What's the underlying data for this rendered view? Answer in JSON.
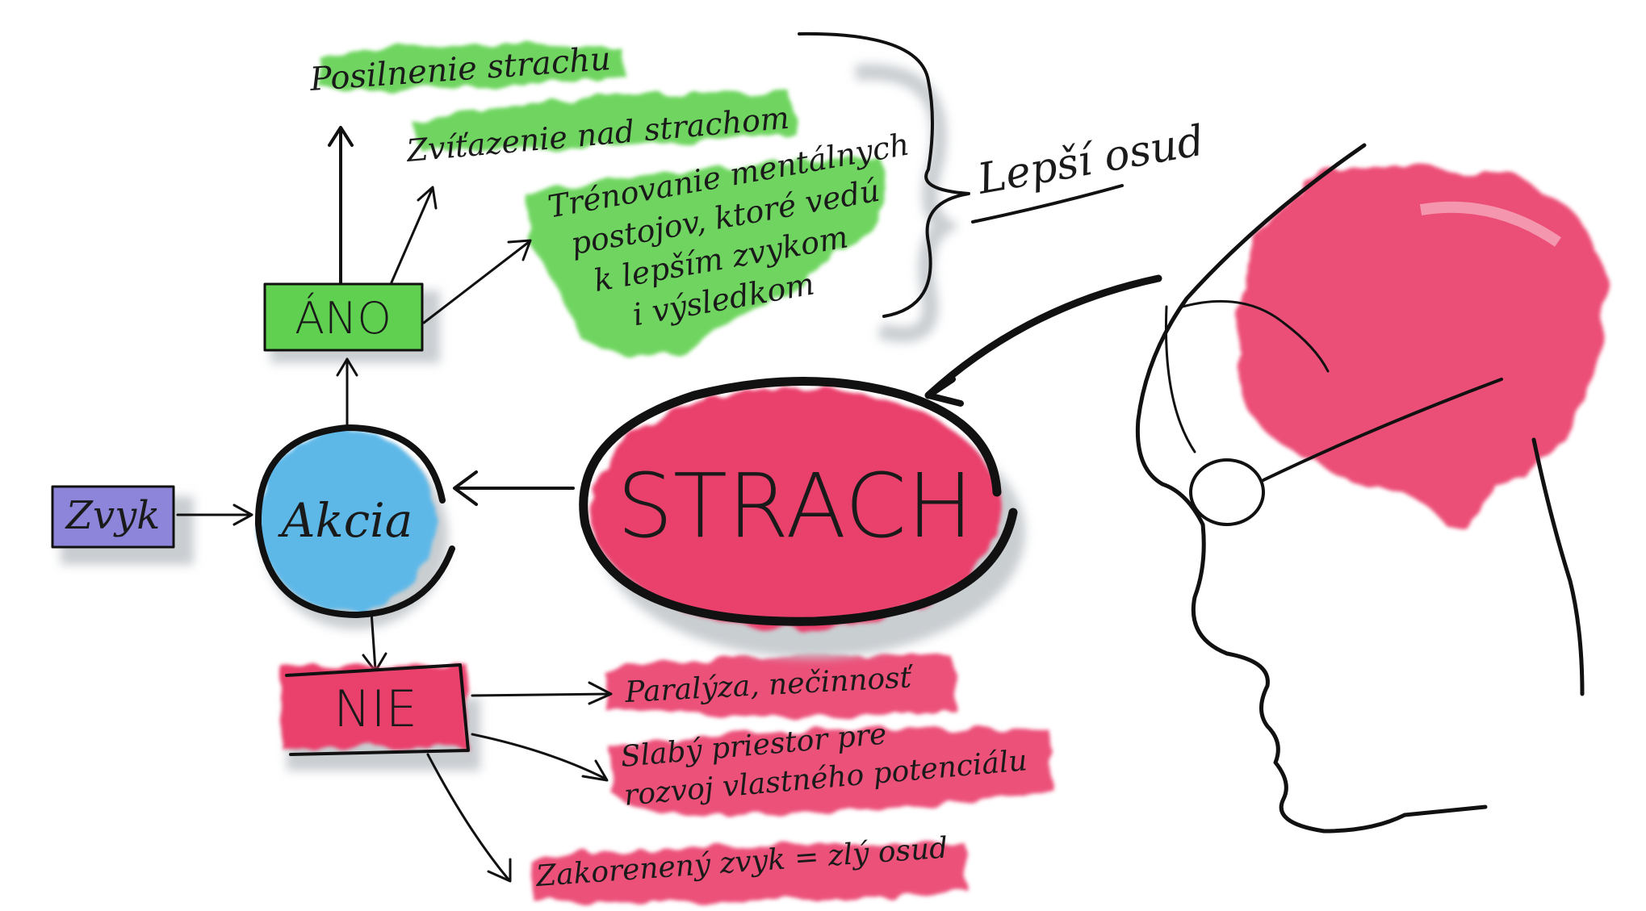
{
  "colors": {
    "green": "#5fd04f",
    "red": "#ea3f6c",
    "blue": "#5db8e8",
    "purple": "#8c85d9",
    "shadow": "#c9ced1",
    "ink": "#111111"
  },
  "nodes": {
    "habit": "Zvyk",
    "action": "Akcia",
    "fear": "STRACH",
    "yes": "ÁNO",
    "no": "NIE"
  },
  "yes_outcomes": {
    "line1": "Posilnenie strachu",
    "line2": "Zvíťazenie nad strachom",
    "line3": [
      "Trénovanie mentálnych",
      "postojov, ktoré vedú",
      "k lepším zvykom",
      "i výsledkom"
    ]
  },
  "better_fate": "Lepší osud",
  "no_outcomes": {
    "line1": "Paralýza, nečinnosť",
    "line2": [
      "Slabý priestor pre",
      "rozvoj vlastného potenciálu"
    ],
    "line3": "Zakorenený zvyk = zlý osud"
  }
}
